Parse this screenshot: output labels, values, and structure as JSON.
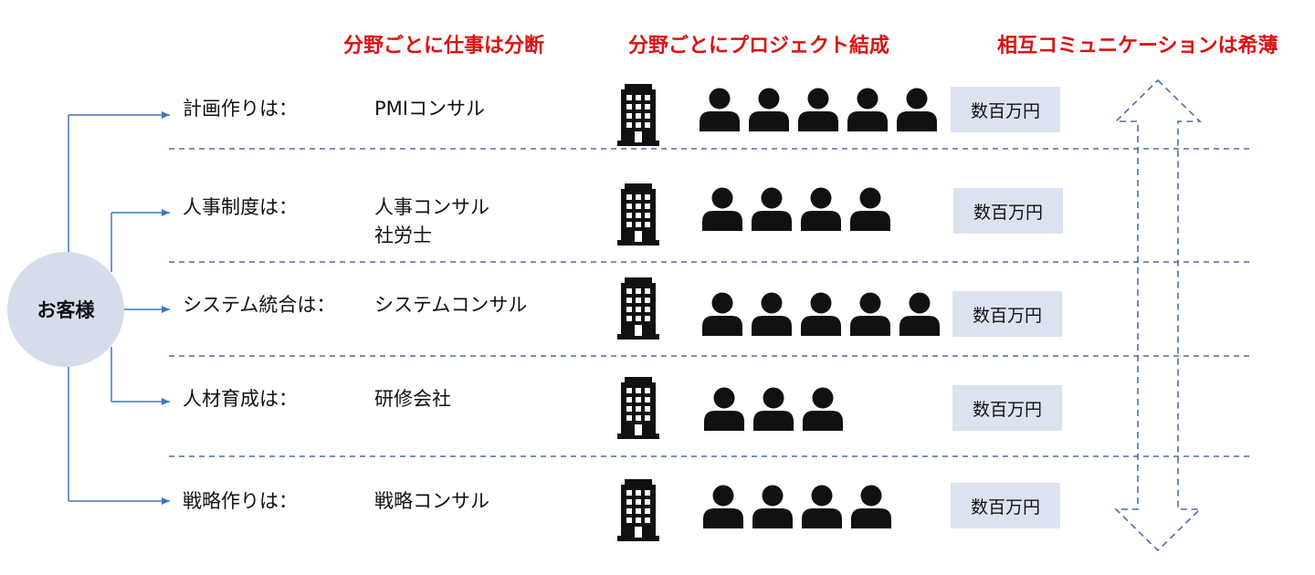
{
  "headers": {
    "fragmented": "分野ごとに仕事は分断",
    "projects": "分野ごとにプロジェクト結成",
    "communication": "相互コミュニケーションは希薄"
  },
  "customer": "お客様",
  "rows": [
    {
      "label": "計画作りは：",
      "provider": [
        "PMIコンサル"
      ],
      "people": 5,
      "cost": "数百万円"
    },
    {
      "label": "人事制度は：",
      "provider": [
        "人事コンサル",
        "社労士"
      ],
      "people": 4,
      "cost": "数百万円"
    },
    {
      "label": "システム統合は：",
      "provider": [
        "システムコンサル"
      ],
      "people": 5,
      "cost": "数百万円"
    },
    {
      "label": "人材育成は：",
      "provider": [
        "研修会社"
      ],
      "people": 3,
      "cost": "数百万円"
    },
    {
      "label": "戦略作りは：",
      "provider": [
        "戦略コンサル"
      ],
      "people": 4,
      "cost": "数百万円"
    }
  ],
  "colors": {
    "header_red": "#dd1111",
    "connector_blue": "#4472c4",
    "divider_blue": "#4a6fa5",
    "customer_fill": "#d5dded",
    "cost_fill": "#dce3f0"
  },
  "icons": {
    "company": "building-icon",
    "staff": "person-icon",
    "communication": "dashed-double-arrow-icon"
  }
}
